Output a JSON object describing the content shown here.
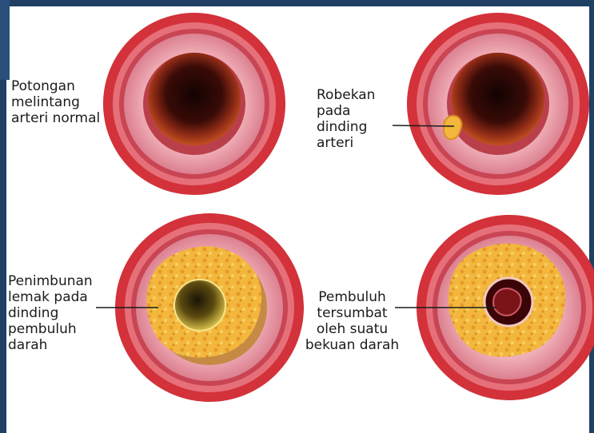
{
  "labels": {
    "normal": "Potongan\nmelintang\narteri normal",
    "tear": "Robekan\npada\ndinding\narteri",
    "fat": "Penimbunan\nlemak pada\ndinding\npembuluh\ndarah",
    "clot": "Pembuluh\ntersumbat\noleh suatu\nbekuan darah"
  },
  "colors": {
    "frame": "#1f3f63",
    "outer_wall": "#d3323a",
    "mid_wall": "#e79aa6",
    "inner_wall": "#c9565f",
    "lumen": "#2a0906",
    "plaque": "#f0b53a",
    "clot": "#7a1418"
  }
}
